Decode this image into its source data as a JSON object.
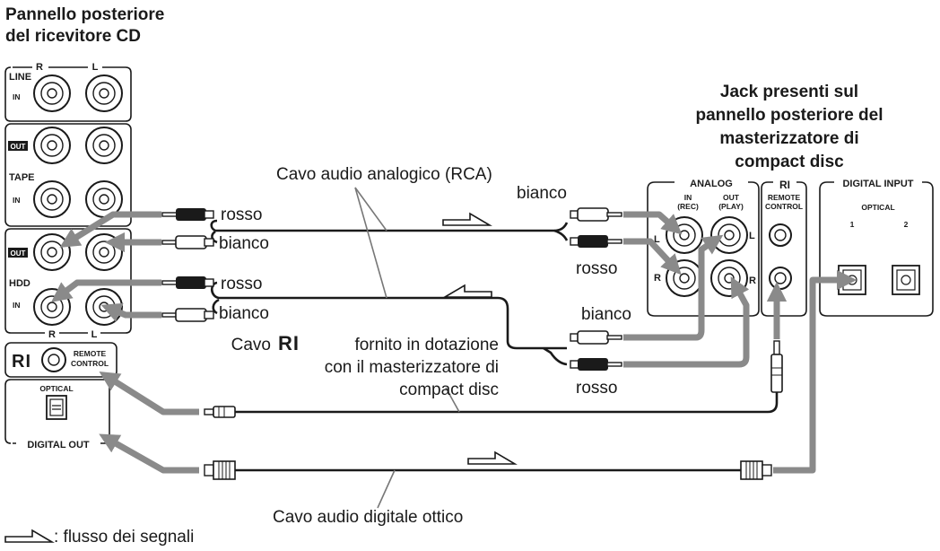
{
  "titles": {
    "cd_receiver_line1": "Pannello posteriore",
    "cd_receiver_line2": "del ricevitore CD",
    "recorder_line1": "Jack presenti sul",
    "recorder_line2": "pannello posteriore del",
    "recorder_line3": "masterizzatore di",
    "recorder_line4": "compact disc"
  },
  "receiver_panel": {
    "r": "R",
    "l": "L",
    "line": "LINE",
    "in": "IN",
    "out": "OUT",
    "tape": "TAPE",
    "hdd": "HDD",
    "ri": "RI",
    "remote": "REMOTE",
    "control": "CONTROL",
    "optical": "OPTICAL",
    "digital_out": "DIGITAL OUT"
  },
  "recorder_panel": {
    "analog": "ANALOG",
    "in": "IN",
    "rec": "(REC)",
    "out": "OUT",
    "play": "(PLAY)",
    "l": "L",
    "r": "R",
    "ri": "RI",
    "remote": "REMOTE",
    "control": "CONTROL",
    "digital_input": "DIGITAL INPUT",
    "optical": "OPTICAL",
    "port1": "1",
    "port2": "2"
  },
  "labels": {
    "analog_cable": "Cavo audio analogico (RCA)",
    "red": "rosso",
    "white": "bianco",
    "ri_cable_prefix": "Cavo",
    "ri_logo": "RI",
    "ri_cable_suffix": "fornito in dotazione",
    "ri_cable_line2": "con il masterizzatore di",
    "ri_cable_line3": "compact disc",
    "optical_cable": "Cavo audio digitale ottico",
    "legend": ": flusso dei segnali"
  }
}
